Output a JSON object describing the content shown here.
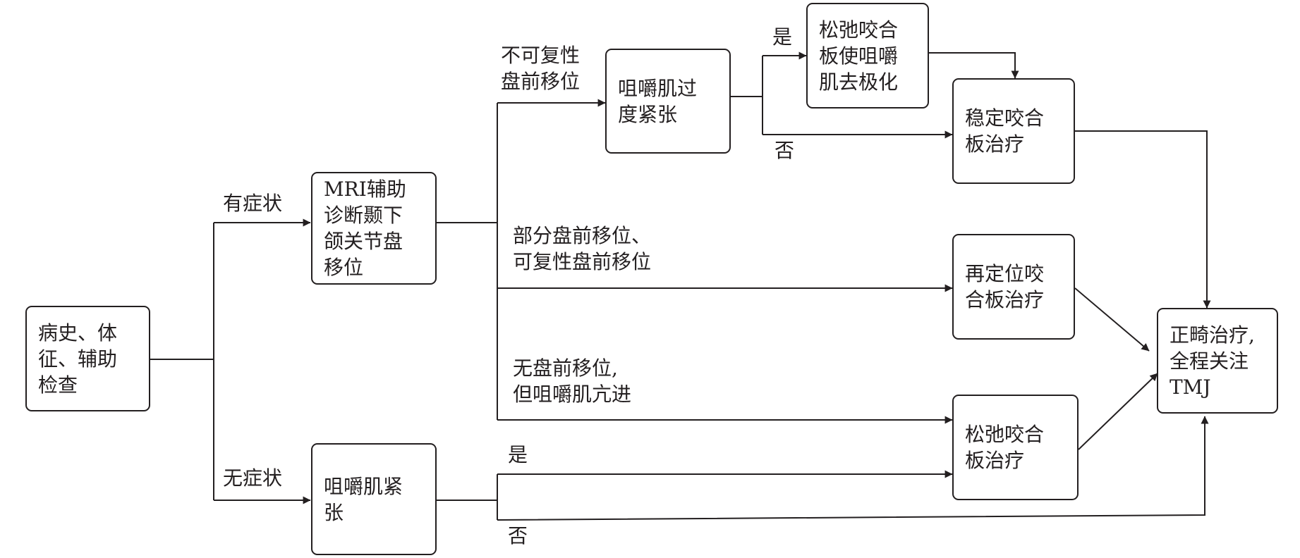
{
  "nodes": {
    "history": "病史、体\n征、辅助\n检查",
    "mri": "MRI辅助\n诊断颞下\n颌关节盘\n移位",
    "masseter_tense": "咀嚼肌紧\n张",
    "masseter_over_tense": "咀嚼肌过\n度紧张",
    "relax_depolarize": "松弛咬合\n板使咀嚼\n肌去极化",
    "stabilizing_splint": "稳定咬合\n板治疗",
    "repositioning_splint": "再定位咬\n合板治疗",
    "relaxation_splint": "松弛咬合\n板治疗",
    "ortho_final": "正畸治疗,\n全程关注\nTMJ"
  },
  "edge_labels": {
    "symptomatic": "有症状",
    "asymptomatic": "无症状",
    "irreducible": "不可复性\n盘前移位",
    "partial_reducible": "部分盘前移位、\n可复性盘前移位",
    "no_displacement": "无盘前移位,\n但咀嚼肌亢进",
    "yes_top": "是",
    "no_top": "否",
    "yes_bottom": "是",
    "no_bottom": "否"
  },
  "colors": {
    "line": "#231f20",
    "background": "#ffffff"
  }
}
